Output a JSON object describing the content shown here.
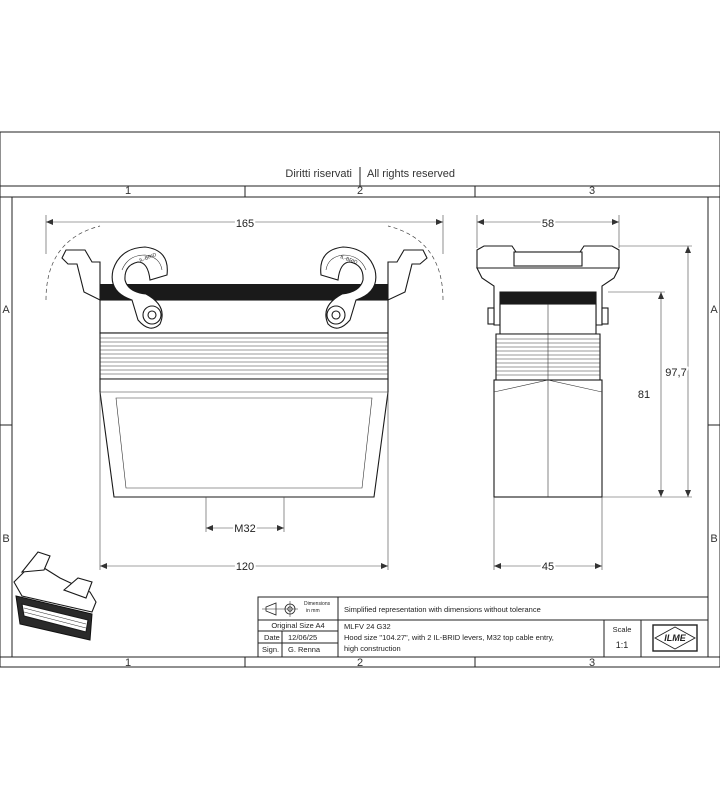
{
  "sheet": {
    "rights_it": "Diritti riservati",
    "rights_en": "All rights reserved",
    "col_labels": [
      "1",
      "2",
      "3"
    ],
    "row_labels": [
      "A",
      "B"
    ]
  },
  "dimensions": {
    "overall_width": "165",
    "body_width": "120",
    "thread": "M32",
    "side_top_width": "58",
    "side_bottom_width": "45",
    "total_height": "97,7",
    "body_height": "81"
  },
  "title_block": {
    "dimensions_label": "Dimensions",
    "dimensions_unit": "in mm",
    "note": "Simplified representation with dimensions without tolerance",
    "original_size": "Original Size A4",
    "date_label": "Date",
    "date_value": "12/06/25",
    "sign_label": "Sign.",
    "sign_value": "G. Renna",
    "part_code": "MLFV 24 G32",
    "description_line1": "Hood size \"104.27\", with 2 IL-BRID levers, M32 top cable entry,",
    "description_line2": "high construction",
    "scale_label": "Scale",
    "scale_value": "1:1",
    "logo": "ILME"
  },
  "lever_labels": [
    "IL-BRID",
    "IL-BRID"
  ]
}
